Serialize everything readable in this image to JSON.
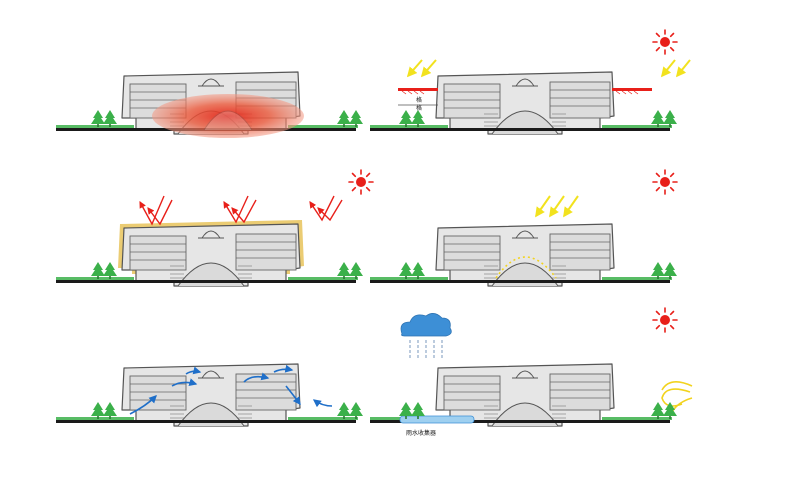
{
  "labels": {
    "canopy_upper": "格",
    "canopy_lower": "格",
    "rain_collector": "雨水收集器"
  },
  "colors": {
    "building_fill": "#e6e6e6",
    "building_stroke": "#555555",
    "ground": "#1a1a1a",
    "tree": "#3bb04a",
    "sun": "#e8201a",
    "sunlight": "#f2e21e",
    "heat_glow": "#e83a1e",
    "reflection": "#e8201a",
    "insulation": "#e8c35a",
    "airflow": "#1f6fc9",
    "cloud": "#3d8fd6",
    "rain": "#8fa9c8",
    "water_tank": "#9fd0f0"
  },
  "panels": [
    {
      "id": "heat-island",
      "elements": [
        "building",
        "trees",
        "heat-glow"
      ]
    },
    {
      "id": "shading",
      "elements": [
        "building",
        "trees",
        "sun-icon",
        "sun-rays",
        "shading-canopies"
      ]
    },
    {
      "id": "roof-insulation",
      "elements": [
        "building",
        "trees",
        "sun-icon",
        "reflected-rays",
        "insulation-layer"
      ]
    },
    {
      "id": "skylight",
      "elements": [
        "building",
        "trees",
        "sun-icon",
        "sun-rays",
        "daylight-dots"
      ]
    },
    {
      "id": "ventilation",
      "elements": [
        "building",
        "trees",
        "airflow-arrows"
      ]
    },
    {
      "id": "rainwater",
      "elements": [
        "building",
        "trees",
        "sun-icon",
        "rain-cloud",
        "rain-collector",
        "wind-swirl"
      ]
    }
  ]
}
